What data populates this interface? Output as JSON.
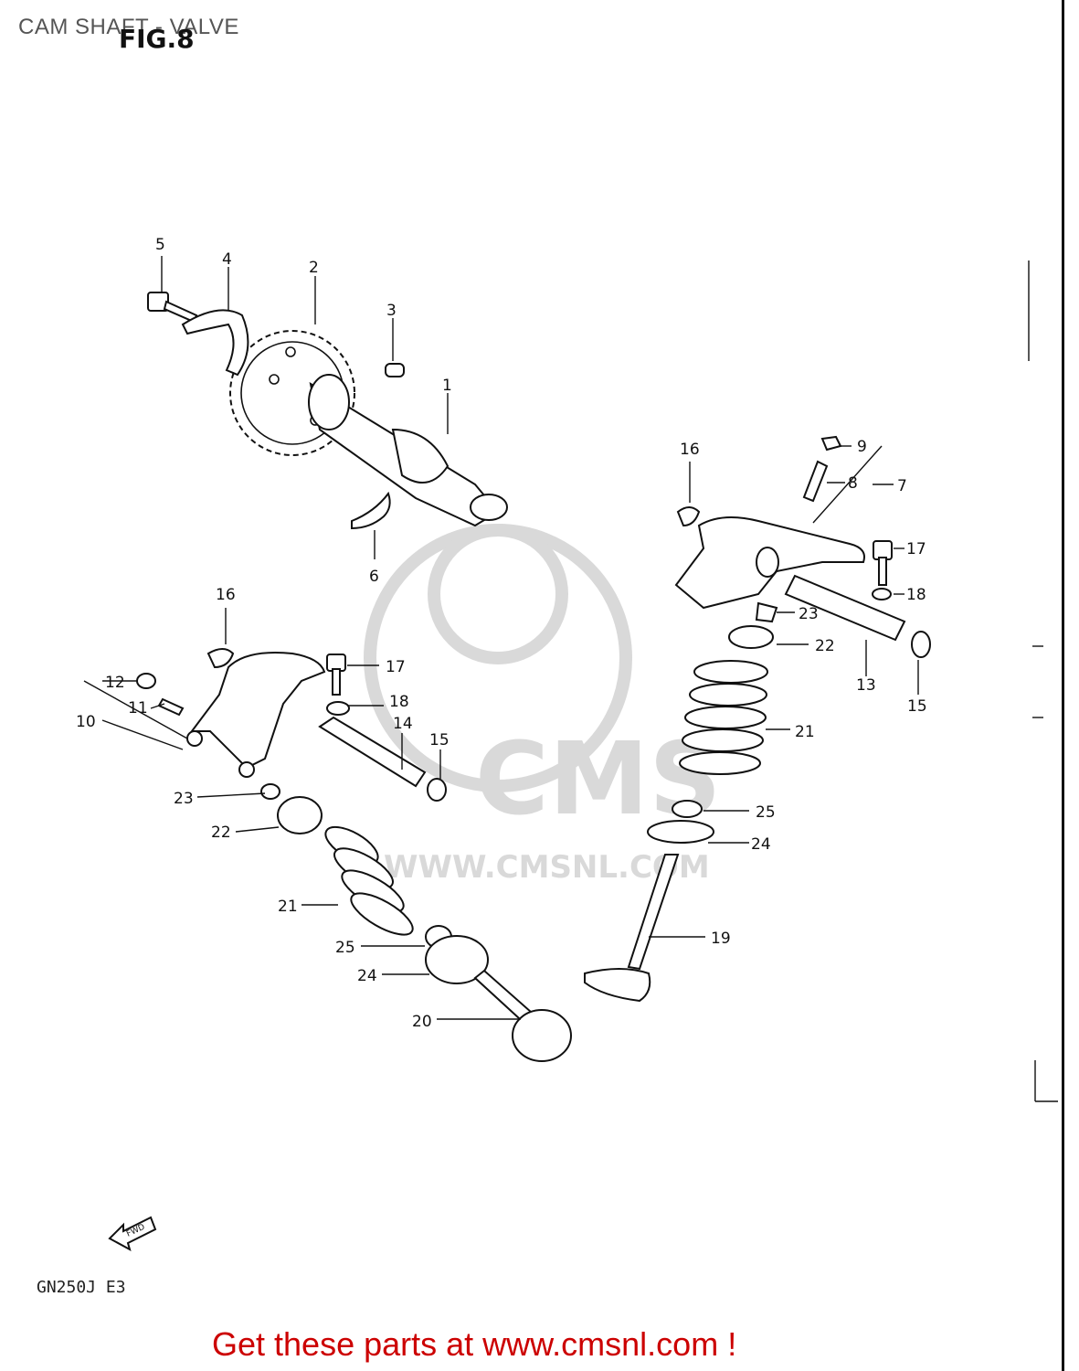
{
  "header": {
    "title": "CAM SHAFT - VALVE",
    "figure": "FIG.8"
  },
  "watermark": {
    "logo_text": "CMS",
    "url_text": "WWW.CMSNL.COM"
  },
  "footer": {
    "model_code": "GN250J E3",
    "cta": "Get these parts at www.cmsnl.com !",
    "fwd_arrow": "FWD"
  },
  "callouts": {
    "c1": "1",
    "c2": "2",
    "c3": "3",
    "c4": "4",
    "c5": "5",
    "c6": "6",
    "c7": "7",
    "c8": "8",
    "c9": "9",
    "c10": "10",
    "c11": "11",
    "c12": "12",
    "c13": "13",
    "c14": "14",
    "c15a": "15",
    "c15b": "15",
    "c16a": "16",
    "c16b": "16",
    "c17a": "17",
    "c17b": "17",
    "c18a": "18",
    "c18b": "18",
    "c19": "19",
    "c20": "20",
    "c21a": "21",
    "c21b": "21",
    "c22a": "22",
    "c22b": "22",
    "c23a": "23",
    "c23b": "23",
    "c24a": "24",
    "c24b": "24",
    "c25a": "25",
    "c25b": "25"
  }
}
